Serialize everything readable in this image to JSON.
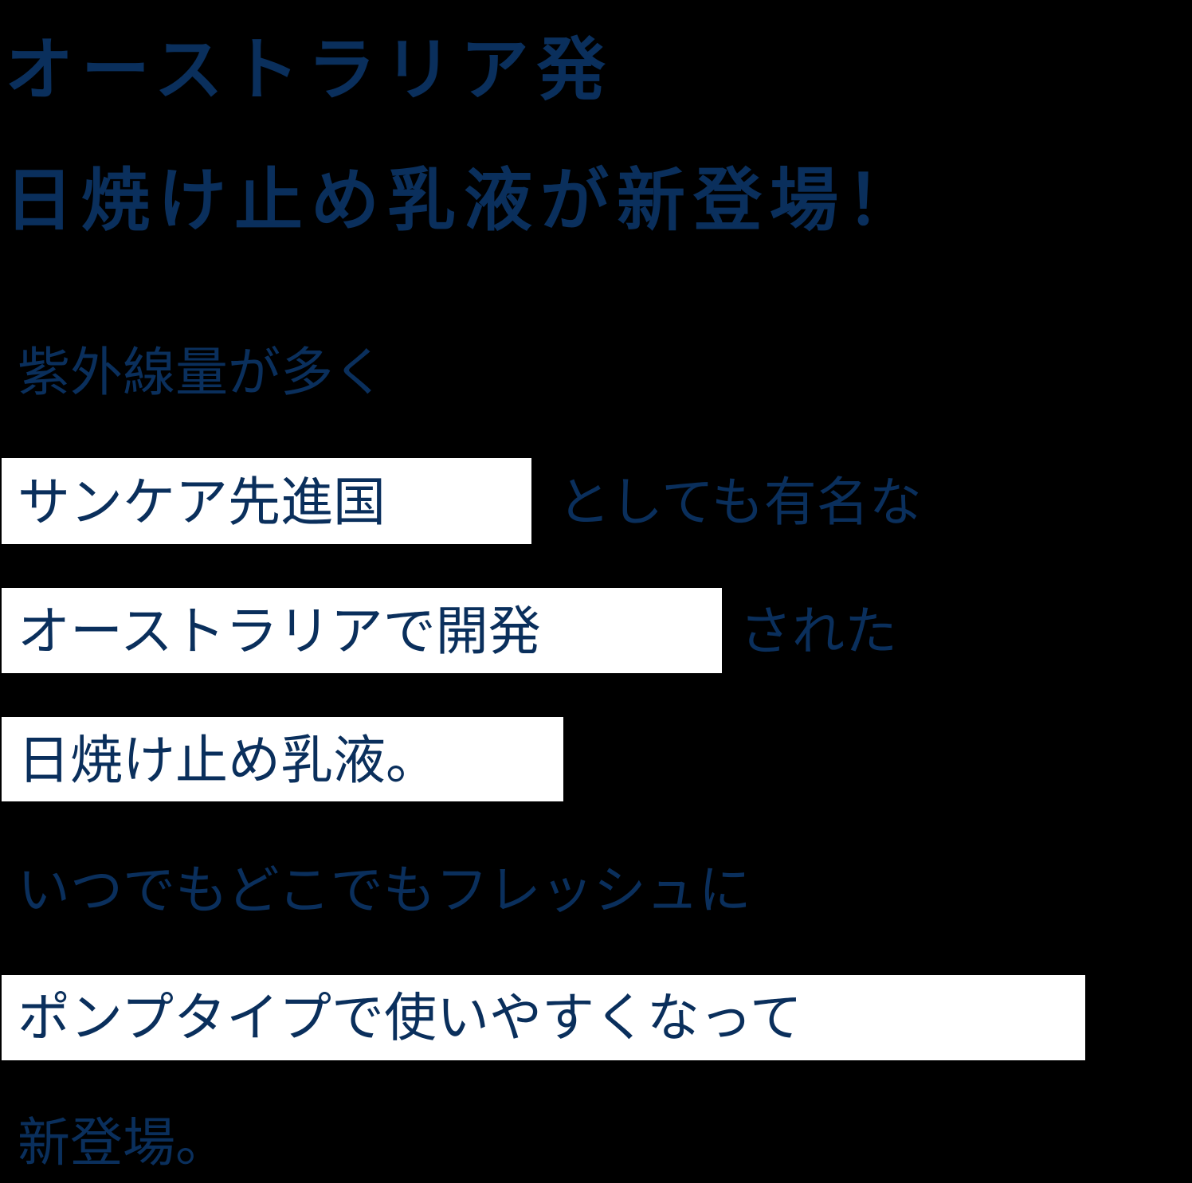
{
  "headline": {
    "line1": "オーストラリア発",
    "line2": "日焼け止め乳液が新登場！"
  },
  "body": {
    "line1": "紫外線量が多く",
    "line2_highlight": "サンケア先進国",
    "line2_rest": "としても有名な",
    "line3_highlight": "オーストラリアで開発",
    "line3_rest": "された",
    "line4_highlight": "日焼け止め乳液。",
    "line5": "いつでもどこでもフレッシュに",
    "line6_highlight": "ポンプタイプで使いやすくなって",
    "line7": "新登場。"
  },
  "colors": {
    "text": "#0a2f5c",
    "highlight": "#ffffff",
    "background": "#000000"
  }
}
